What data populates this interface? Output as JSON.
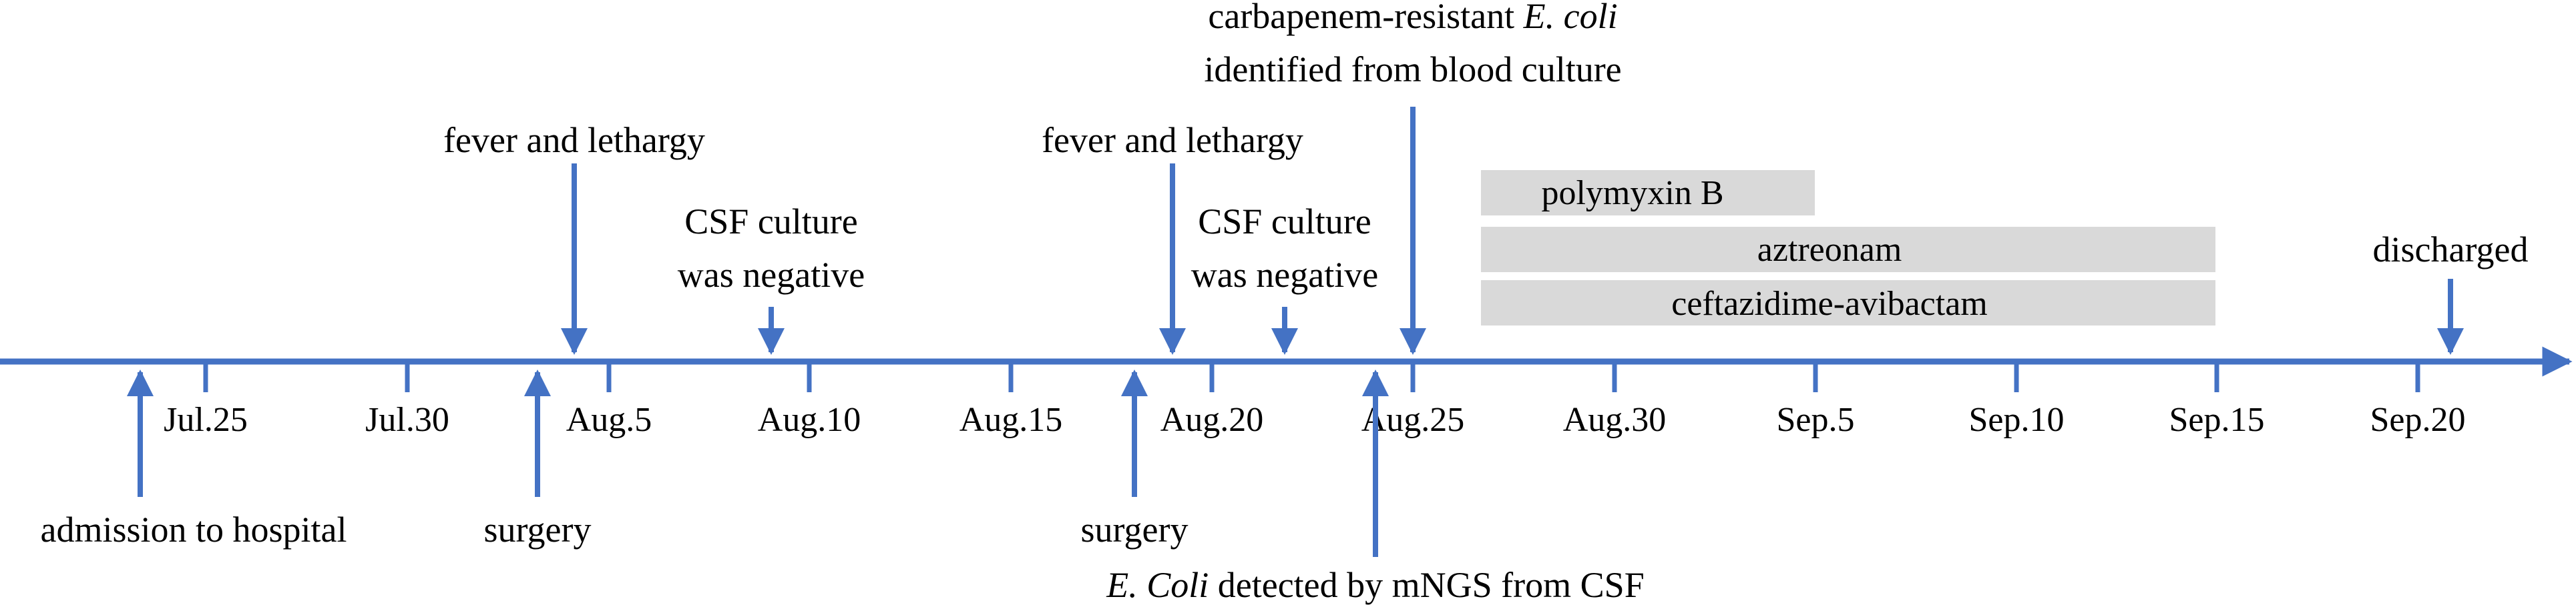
{
  "colors": {
    "axis": "#4472C4",
    "arrow": "#4472C4",
    "bar_fill": "#D9D9D9",
    "text": "#000000"
  },
  "ticks": [
    "Jul.25",
    "Jul.30",
    "Aug.5",
    "Aug.10",
    "Aug.15",
    "Aug.20",
    "Aug.25",
    "Aug.30",
    "Sep.5",
    "Sep.10",
    "Sep.15",
    "Sep.20"
  ],
  "events_above": [
    {
      "lines": [
        "fever and lethargy"
      ]
    },
    {
      "lines": [
        "CSF culture",
        "was negative"
      ]
    },
    {
      "lines": [
        "fever and lethargy"
      ]
    },
    {
      "lines": [
        "CSF culture",
        "was negative"
      ]
    },
    {
      "lines": [
        "carbapenem-resistant E. coli",
        "identified from blood culture"
      ]
    },
    {
      "lines": [
        "discharged"
      ]
    }
  ],
  "events_below": [
    {
      "lines": [
        "admission to hospital"
      ]
    },
    {
      "lines": [
        "surgery"
      ]
    },
    {
      "lines": [
        "surgery"
      ]
    },
    {
      "lines": [
        "E. Coli detected by mNGS from CSF"
      ]
    }
  ],
  "treatments": [
    {
      "label": "polymyxin B"
    },
    {
      "label": "aztreonam"
    },
    {
      "label": "ceftazidime-avibactam"
    }
  ]
}
